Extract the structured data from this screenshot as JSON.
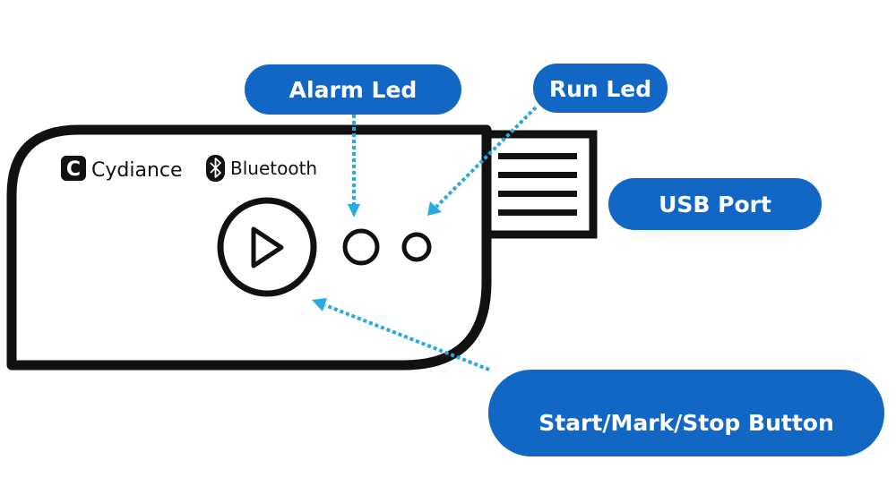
{
  "device": {
    "brand_letter": "C",
    "brand_name": "Cydiance",
    "bluetooth_label": "Bluetooth",
    "icons": {
      "brand": "brand-logo-icon",
      "bluetooth": "bluetooth-icon",
      "play": "play-icon"
    }
  },
  "callouts": {
    "alarm_led": "Alarm Led",
    "run_led": "Run Led",
    "usb_port": "USB Port",
    "start_button": "Start/Mark/Stop Button"
  },
  "colors": {
    "callout_fill": "#1267c4",
    "leader_line": "#27a9e1",
    "outline": "#111111",
    "background": "#ffffff"
  }
}
